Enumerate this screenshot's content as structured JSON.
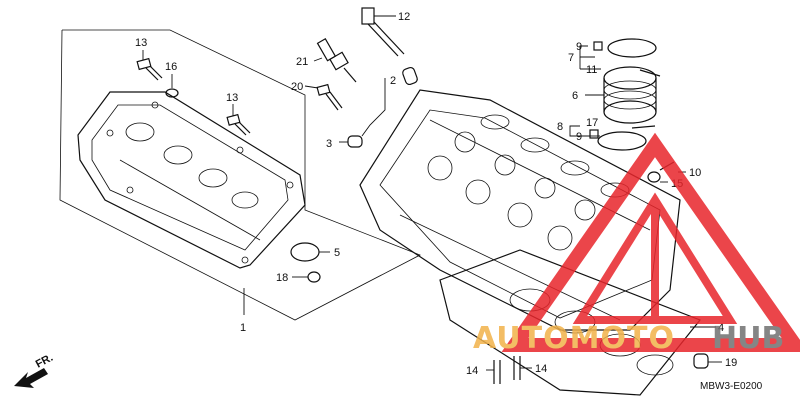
{
  "callouts": [
    {
      "id": "c1",
      "text": "1"
    },
    {
      "id": "c2",
      "text": "2"
    },
    {
      "id": "c3",
      "text": "3"
    },
    {
      "id": "c4",
      "text": "4"
    },
    {
      "id": "c5",
      "text": "5"
    },
    {
      "id": "c6",
      "text": "6"
    },
    {
      "id": "c7",
      "text": "7"
    },
    {
      "id": "c8",
      "text": "8"
    },
    {
      "id": "c9a",
      "text": "9"
    },
    {
      "id": "c9b",
      "text": "9"
    },
    {
      "id": "c10",
      "text": "10"
    },
    {
      "id": "c11",
      "text": "11"
    },
    {
      "id": "c12",
      "text": "12"
    },
    {
      "id": "c13a",
      "text": "13"
    },
    {
      "id": "c13b",
      "text": "13"
    },
    {
      "id": "c14a",
      "text": "14"
    },
    {
      "id": "c14b",
      "text": "14"
    },
    {
      "id": "c15",
      "text": "15"
    },
    {
      "id": "c16",
      "text": "16"
    },
    {
      "id": "c17",
      "text": "17"
    },
    {
      "id": "c18",
      "text": "18"
    },
    {
      "id": "c19",
      "text": "19"
    },
    {
      "id": "c20",
      "text": "20"
    },
    {
      "id": "c21",
      "text": "21"
    }
  ],
  "front_label": "FR.",
  "diagram_code": "MBW3-E0200",
  "watermark": {
    "text_left": "AUTOMOTO",
    "text_right": "HUB",
    "colors": {
      "triangle": "#e8252b",
      "text_left": "#f2b24a",
      "text_right": "#707070"
    }
  }
}
